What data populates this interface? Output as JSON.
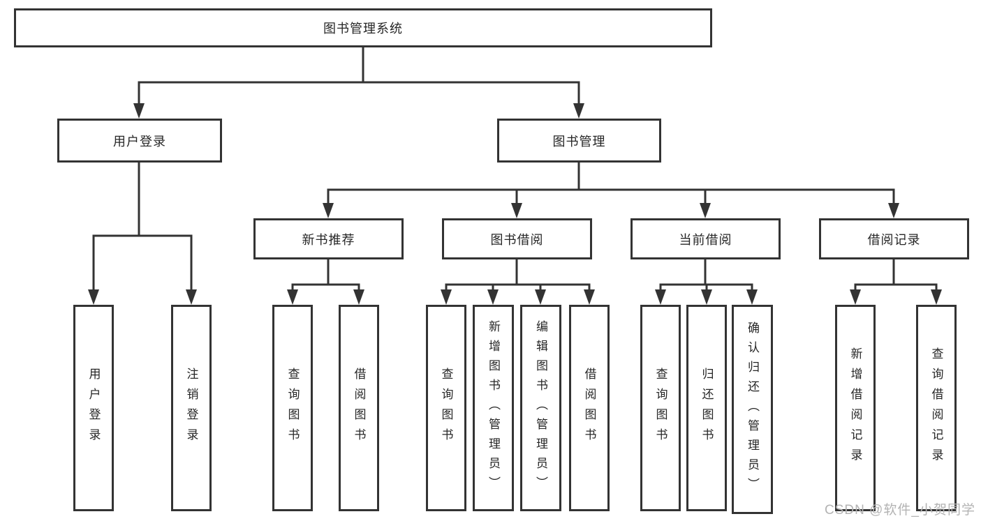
{
  "diagram": {
    "colors": {
      "line": "#333333",
      "box_border": "#333333",
      "box_background": "#ffffff",
      "text": "#262626",
      "watermark": "#b3b3b3"
    },
    "nodes": {
      "root": {
        "label": "图书管理系统"
      },
      "l2": [
        {
          "label": "用户登录"
        },
        {
          "label": "图书管理"
        }
      ],
      "l3": [
        {
          "label": "新书推荐"
        },
        {
          "label": "图书借阅"
        },
        {
          "label": "当前借阅"
        },
        {
          "label": "借阅记录"
        }
      ],
      "leaves": {
        "user_login": [
          {
            "label": "用户登录"
          },
          {
            "label": "注销登录"
          }
        ],
        "new_book_rec": [
          {
            "label": "查询图书"
          },
          {
            "label": "借阅图书"
          }
        ],
        "book_borrow": [
          {
            "label": "查询图书"
          },
          {
            "label": "新增图书（管理员）"
          },
          {
            "label": "编辑图书（管理员）"
          },
          {
            "label": "借阅图书"
          }
        ],
        "current_borrow": [
          {
            "label": "查询图书"
          },
          {
            "label": "归还图书"
          },
          {
            "label": "确认归还（管理员）"
          }
        ],
        "borrow_record": [
          {
            "label": "新增借阅记录"
          },
          {
            "label": "查询借阅记录"
          }
        ]
      }
    },
    "watermark": "CSDN @软件_小贺同学"
  }
}
